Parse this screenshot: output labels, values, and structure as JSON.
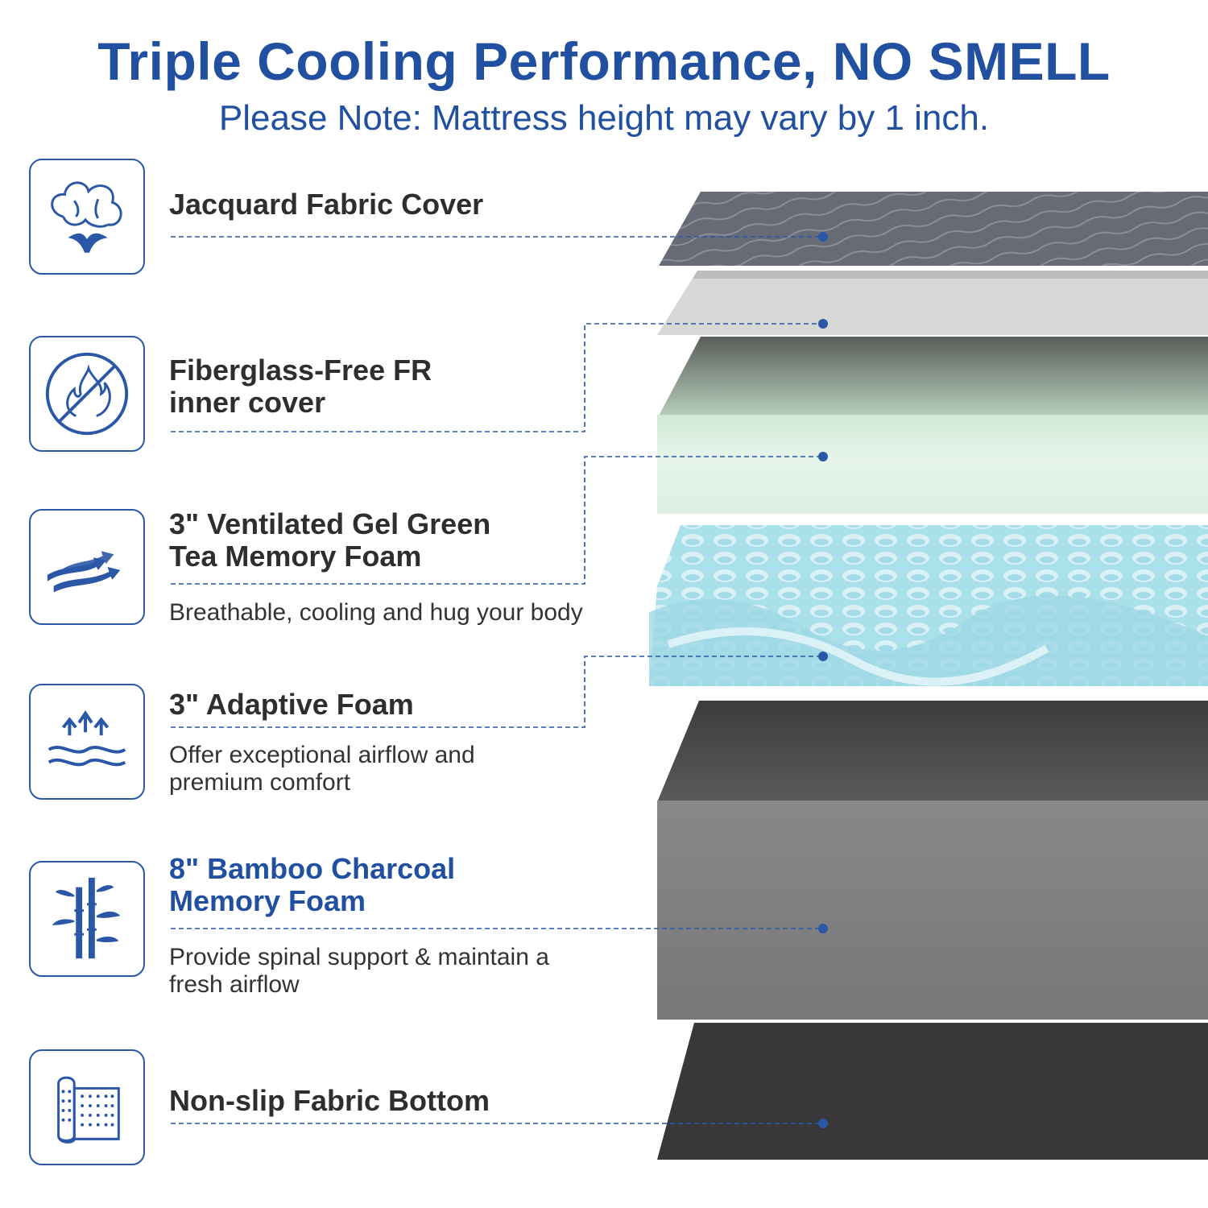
{
  "header": {
    "title": "Triple Cooling Performance, NO SMELL",
    "subtitle": "Please Note: Mattress height may vary by 1 inch."
  },
  "layers": [
    {
      "icon": "cotton-icon",
      "title": "Jacquard Fabric Cover",
      "description": ""
    },
    {
      "icon": "no-fire-icon",
      "title": "Fiberglass-Free FR\ninner cover",
      "description": ""
    },
    {
      "icon": "airflow-icon",
      "title": "3\" Ventilated Gel Green\nTea Memory Foam",
      "description": "Breathable, cooling and hug your body"
    },
    {
      "icon": "heat-waves-icon",
      "title": "3\" Adaptive Foam",
      "description": "Offer exceptional airflow and\npremium comfort"
    },
    {
      "icon": "bamboo-icon",
      "title": "8\" Bamboo Charcoal\nMemory Foam",
      "description": "Provide spinal support & maintain a\nfresh airflow",
      "highlight": true
    },
    {
      "icon": "fabric-roll-icon",
      "title": "Non-slip Fabric Bottom",
      "description": ""
    }
  ],
  "colors": {
    "brand_blue": "#2250a0",
    "cover_gray": "#6a6e78",
    "fr_layer": "#d8d8d6",
    "green_tea_foam": "#dcefe2",
    "gel_foam": "#9fdce8",
    "charcoal_foam": "#7d7d7f",
    "bottom_fabric": "#3a3a3c"
  }
}
